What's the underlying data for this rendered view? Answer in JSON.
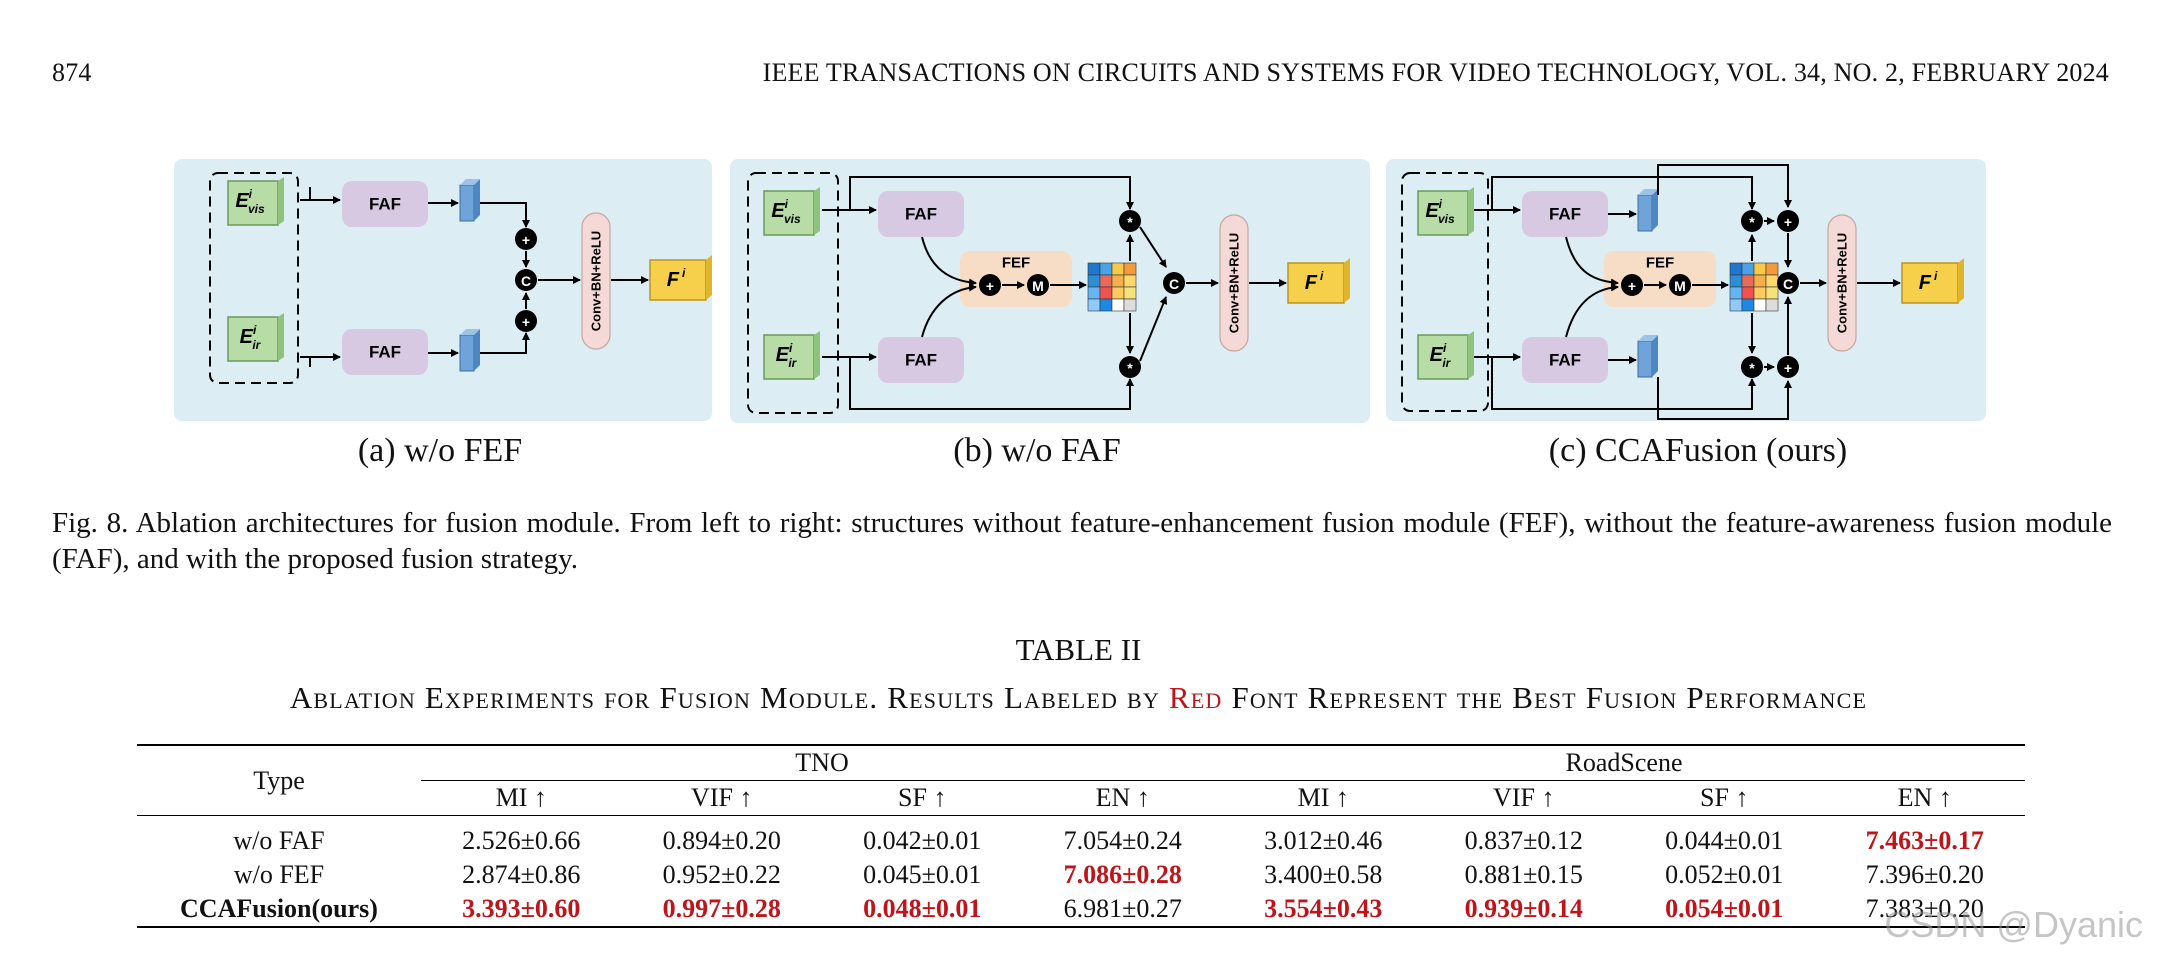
{
  "header": {
    "page_number": "874",
    "journal": "IEEE TRANSACTIONS ON CIRCUITS AND SYSTEMS FOR VIDEO TECHNOLOGY, VOL. 34, NO. 2, FEBRUARY 2024"
  },
  "figure": {
    "labels": {
      "faf": "FAF",
      "fef": "FEF",
      "conv": "Conv+BN+ReLU",
      "out": "F",
      "vis": "E",
      "ir": "E",
      "vis_sub": "vis",
      "ir_sub": "ir",
      "sup": "i",
      "concat": "C",
      "multiply": "M",
      "plus": "+",
      "star": "*"
    },
    "subcaptions": [
      "(a) w/o FEF",
      "(b) w/o FAF",
      "(c) CCAFusion (ours)"
    ],
    "caption": "Fig. 8.   Ablation architectures for fusion module. From left to right: structures without feature-enhancement fusion module (FEF), without the feature-awareness fusion module (FAF), and with the proposed fusion strategy.",
    "colors": {
      "panel": "#dcedf4",
      "faf": "#d7c9e2",
      "fef": "#f7dcc6",
      "input": "#b7dca6",
      "output": "#f7d04b",
      "conv": "#f4d9d6"
    }
  },
  "table": {
    "title": "TABLE II",
    "subtitle_parts": [
      "Ablation Experiments for Fusion Module. Results Labeled by ",
      "Red",
      " Font Represent the Best Fusion Performance"
    ],
    "type_header": "Type",
    "groups": [
      "TNO",
      "RoadScene"
    ],
    "metrics": [
      "MI ↑",
      "VIF ↑",
      "SF ↑",
      "EN ↑",
      "MI ↑",
      "VIF ↑",
      "SF ↑",
      "EN ↑"
    ],
    "rows": [
      {
        "type": "w/o FAF",
        "values": [
          "2.526±0.66",
          "0.894±0.20",
          "0.042±0.01",
          "7.054±0.24",
          "3.012±0.46",
          "0.837±0.12",
          "0.044±0.01",
          "7.463±0.17"
        ]
      },
      {
        "type": "w/o FEF",
        "values": [
          "2.874±0.86",
          "0.952±0.22",
          "0.045±0.01",
          "7.086±0.28",
          "3.400±0.58",
          "0.881±0.15",
          "0.052±0.01",
          "7.396±0.20"
        ]
      },
      {
        "type": "CCAFusion(ours)",
        "values": [
          "3.393±0.60",
          "0.997±0.28",
          "0.048±0.01",
          "6.981±0.27",
          "3.554±0.43",
          "0.939±0.14",
          "0.054±0.01",
          "7.383±0.20"
        ]
      }
    ],
    "best": [
      [
        0,
        7
      ],
      [
        1,
        3
      ],
      [
        2,
        0
      ],
      [
        2,
        1
      ],
      [
        2,
        2
      ],
      [
        2,
        4
      ],
      [
        2,
        5
      ],
      [
        2,
        6
      ]
    ]
  },
  "watermark": "CSDN @Dyanic"
}
